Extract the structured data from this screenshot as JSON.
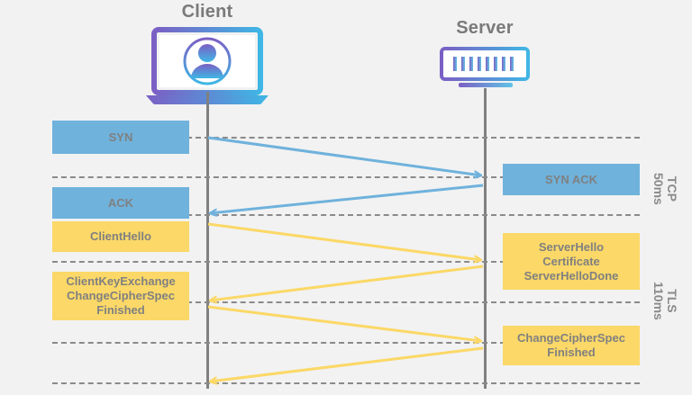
{
  "diagram": {
    "title_client": "Client",
    "title_server": "Server",
    "background_color": "#f2f2f2",
    "colors": {
      "tcp_blue": "#6fb2dc",
      "tls_yellow": "#fbd867",
      "label_gray": "#808080",
      "lifeline_gray": "#808080"
    },
    "client_icon": "laptop-user-icon",
    "server_icon": "server-rack-icon"
  },
  "messages": {
    "left": [
      {
        "id": "syn",
        "label": "SYN",
        "color": "blue",
        "lines": [
          "SYN"
        ]
      },
      {
        "id": "ack",
        "label": "ACK",
        "color": "blue",
        "lines": [
          "ACK"
        ]
      },
      {
        "id": "client-hello",
        "label": "ClientHello",
        "color": "yellow",
        "lines": [
          "ClientHello"
        ]
      },
      {
        "id": "client-key-exchange",
        "label": "ClientKeyExchange ChangeCipherSpec Finished",
        "color": "yellow",
        "lines": [
          "ClientKeyExchange",
          "ChangeCipherSpec",
          "Finished"
        ]
      }
    ],
    "right": [
      {
        "id": "syn-ack",
        "label": "SYN ACK",
        "color": "blue",
        "lines": [
          "SYN ACK"
        ]
      },
      {
        "id": "server-hello",
        "label": "ServerHello Certificate ServerHelloDone",
        "color": "yellow",
        "lines": [
          "ServerHello",
          "Certificate",
          "ServerHelloDone"
        ]
      },
      {
        "id": "server-change-cipher",
        "label": "ChangeCipherSpec Finished",
        "color": "yellow",
        "lines": [
          "ChangeCipherSpec",
          "Finished"
        ]
      }
    ]
  },
  "phases": [
    {
      "id": "tcp",
      "name": "TCP",
      "duration": "50ms"
    },
    {
      "id": "tls",
      "name": "TLS",
      "duration": "110ms"
    }
  ],
  "box_text": {
    "syn": "SYN",
    "ack": "ACK",
    "client_hello": "ClientHello",
    "cke_l1": "ClientKeyExchange",
    "cke_l2": "ChangeCipherSpec",
    "cke_l3": "Finished",
    "syn_ack": "SYN ACK",
    "sh_l1": "ServerHello",
    "sh_l2": "Certificate",
    "sh_l3": "ServerHelloDone",
    "sccs_l1": "ChangeCipherSpec",
    "sccs_l2": "Finished"
  },
  "phase_text": {
    "tcp_name": "TCP",
    "tcp_duration": "50ms",
    "tls_name": "TLS",
    "tls_duration": "110ms"
  },
  "flows": [
    {
      "id": "syn-flow",
      "from": "client",
      "to": "server",
      "color": "blue"
    },
    {
      "id": "syn-ack-flow",
      "from": "server",
      "to": "client",
      "color": "blue"
    },
    {
      "id": "client-hello-flow",
      "from": "client",
      "to": "server",
      "color": "yellow"
    },
    {
      "id": "server-hello-flow",
      "from": "server",
      "to": "client",
      "color": "yellow"
    },
    {
      "id": "client-key-exchange-flow",
      "from": "client",
      "to": "server",
      "color": "yellow"
    },
    {
      "id": "server-finished-flow",
      "from": "server",
      "to": "client",
      "color": "yellow"
    }
  ]
}
